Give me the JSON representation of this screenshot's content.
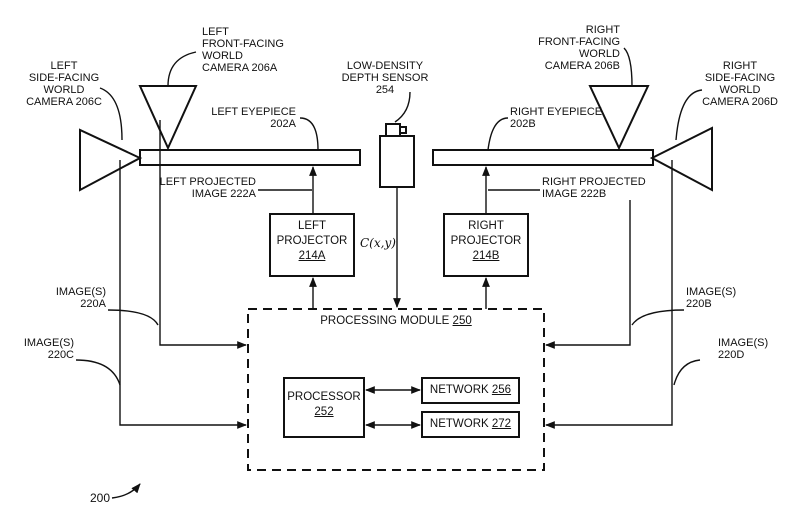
{
  "labels": {
    "left_side_camera": "LEFT\nSIDE-FACING\nWORLD\nCAMERA 206C",
    "left_front_camera": "LEFT\nFRONT-FACING\nWORLD\nCAMERA 206A",
    "depth_sensor": "LOW-DENSITY\nDEPTH SENSOR\n254",
    "right_front_camera": "RIGHT\nFRONT-FACING\nWORLD\nCAMERA 206B",
    "right_side_camera": "RIGHT\nSIDE-FACING\nWORLD\nCAMERA 206D",
    "left_eyepiece": "LEFT EYEPIECE\n202A",
    "right_eyepiece": "RIGHT EYEPIECE\n202B",
    "left_projected_image": "LEFT PROJECTED\nIMAGE 222A",
    "right_projected_image": "RIGHT PROJECTED\nIMAGE 222B",
    "coord": "C(x,y)",
    "images_220a": "IMAGE(S)\n220A",
    "images_220c": "IMAGE(S)\n220C",
    "images_220b": "IMAGE(S)\n220B",
    "images_220d": "IMAGE(S)\n220D",
    "figure_number": "200"
  },
  "boxes": {
    "left_projector": {
      "name": "LEFT\nPROJECTOR",
      "ref": "214A"
    },
    "right_projector": {
      "name": "RIGHT\nPROJECTOR",
      "ref": "214B"
    },
    "processing_module": {
      "name": "PROCESSING MODULE ",
      "ref": "250"
    },
    "processor": {
      "name": "PROCESSOR",
      "ref": "252"
    },
    "network_1": {
      "name": "NETWORK ",
      "ref": "256"
    },
    "network_2": {
      "name": "NETWORK ",
      "ref": "272"
    }
  }
}
